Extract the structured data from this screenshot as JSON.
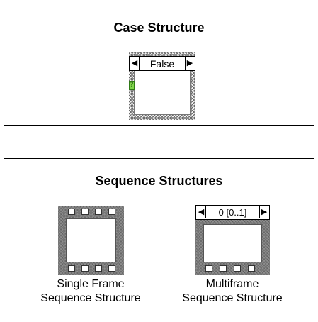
{
  "case_panel": {
    "title": "Case Structure",
    "selector_value": "False",
    "left_arrow": "◀",
    "right_arrow": "▶",
    "selector_terminal": "?"
  },
  "sequence_panel": {
    "title": "Sequence Structures",
    "single": {
      "caption_line1": "Single Frame",
      "caption_line2": "Sequence Structure"
    },
    "multi": {
      "selector_value": "0 [0..1]",
      "left_arrow": "◀",
      "right_arrow": "▶",
      "caption_line1": "Multiframe",
      "caption_line2": "Sequence Structure"
    }
  },
  "colors": {
    "border": "#000000",
    "film_gray": "#8e8e8e",
    "terminal_green": "#7fd44a"
  }
}
